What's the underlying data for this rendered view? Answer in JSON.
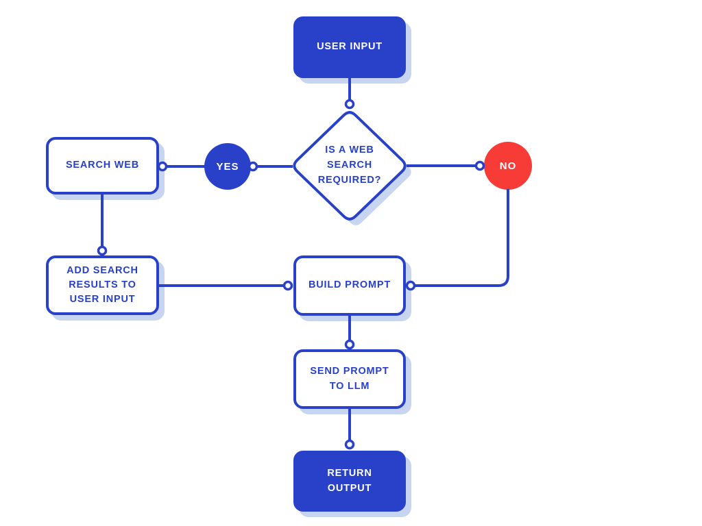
{
  "colors": {
    "primary": "#2841c8",
    "danger": "#f73b37",
    "shadow": "#c8d5f0",
    "node_fill": "#ffffff",
    "label_on_dark": "#ffffff"
  },
  "nodes": {
    "user_input": {
      "label": "USER INPUT"
    },
    "decision": {
      "label": "IS A WEB\nSEARCH\nREQUIRED?"
    },
    "yes_branch": {
      "label": "YES"
    },
    "no_branch": {
      "label": "NO"
    },
    "search_web": {
      "label": "SEARCH WEB"
    },
    "add_search_results": {
      "label": "ADD SEARCH\nRESULTS TO\nUSER INPUT"
    },
    "build_prompt": {
      "label": "BUILD PROMPT"
    },
    "send_prompt_to_llm": {
      "label": "SEND PROMPT\nTO LLM"
    },
    "return_output": {
      "label": "RETURN\nOUTPUT"
    }
  }
}
